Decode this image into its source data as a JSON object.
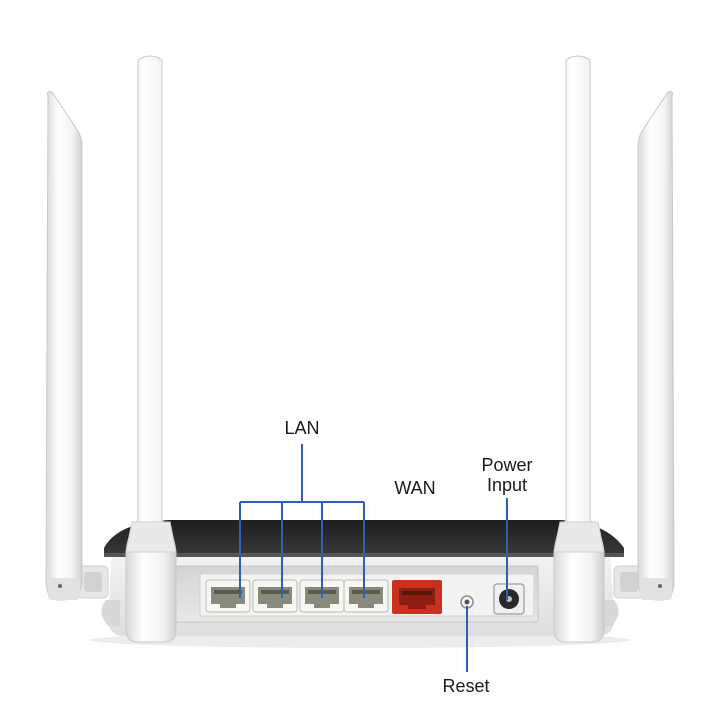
{
  "labels": {
    "lan": "LAN",
    "wan": "WAN",
    "power_line1": "Power",
    "power_line2": "Input",
    "reset": "Reset"
  },
  "ports": {
    "lan_count": 4
  },
  "colors": {
    "background": "#ffffff",
    "router_body": "#ebebeb",
    "router_top": "#2b2b2b",
    "lan_port": "#8a8a7c",
    "wan_port": "#c8301f",
    "leader_line": "#2f5fb0",
    "label_text": "#1a1a1a"
  }
}
